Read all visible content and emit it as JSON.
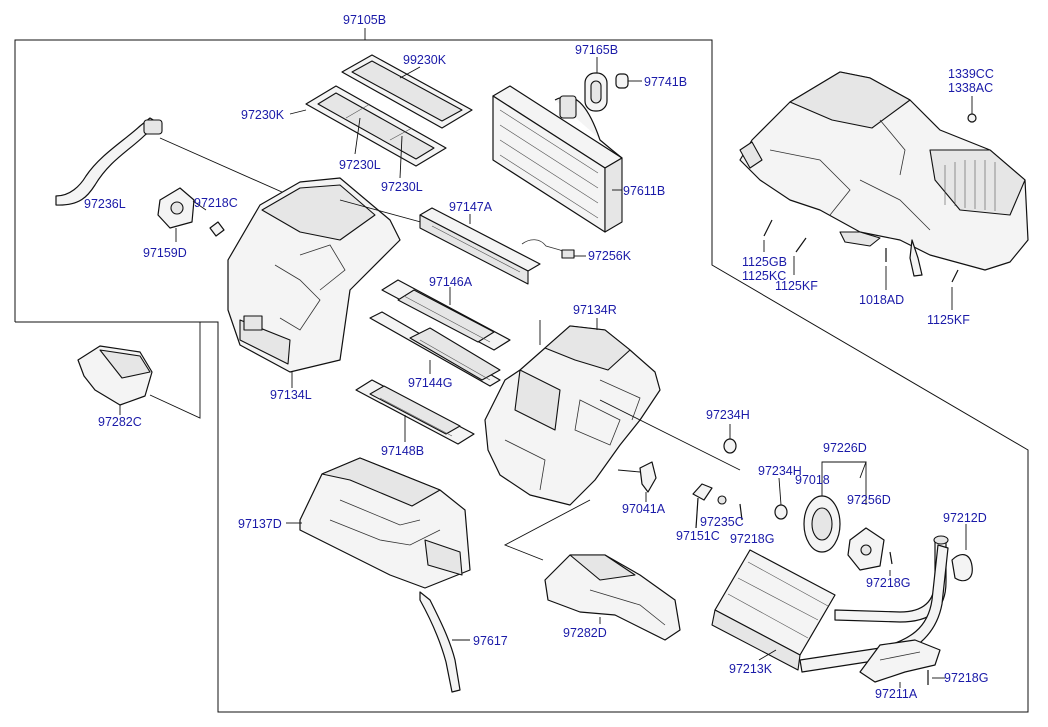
{
  "labels": {
    "l_97105B": "97105B",
    "l_99230K": "99230K",
    "l_97230K": "97230K",
    "l_97230L_1": "97230L",
    "l_97230L_2": "97230L",
    "l_97165B": "97165B",
    "l_97741B": "97741B",
    "l_97611B": "97611B",
    "l_97236L": "97236L",
    "l_97218C": "97218C",
    "l_97159D": "97159D",
    "l_97147A": "97147A",
    "l_97256K": "97256K",
    "l_97146A": "97146A",
    "l_97134R": "97134R",
    "l_97144G": "97144G",
    "l_97134L": "97134L",
    "l_97282C": "97282C",
    "l_97148B": "97148B",
    "l_97137D": "97137D",
    "l_97041A": "97041A",
    "l_97234H_1": "97234H",
    "l_97234H_2": "97234H",
    "l_97226D": "97226D",
    "l_97018": "97018",
    "l_97256D": "97256D",
    "l_97151C": "97151C",
    "l_97235C": "97235C",
    "l_97218G_1": "97218G",
    "l_97218G_2": "97218G",
    "l_97218G_3": "97218G",
    "l_97212D": "97212D",
    "l_97617": "97617",
    "l_97282D": "97282D",
    "l_97213K": "97213K",
    "l_97211A": "97211A",
    "l_1339CC": "1339CC",
    "l_1338AC": "1338AC",
    "l_1125GB": "1125GB",
    "l_1125KC": "1125KC",
    "l_1125KF_1": "1125KF",
    "l_1125KF_2": "1125KF",
    "l_1018AD": "1018AD"
  }
}
